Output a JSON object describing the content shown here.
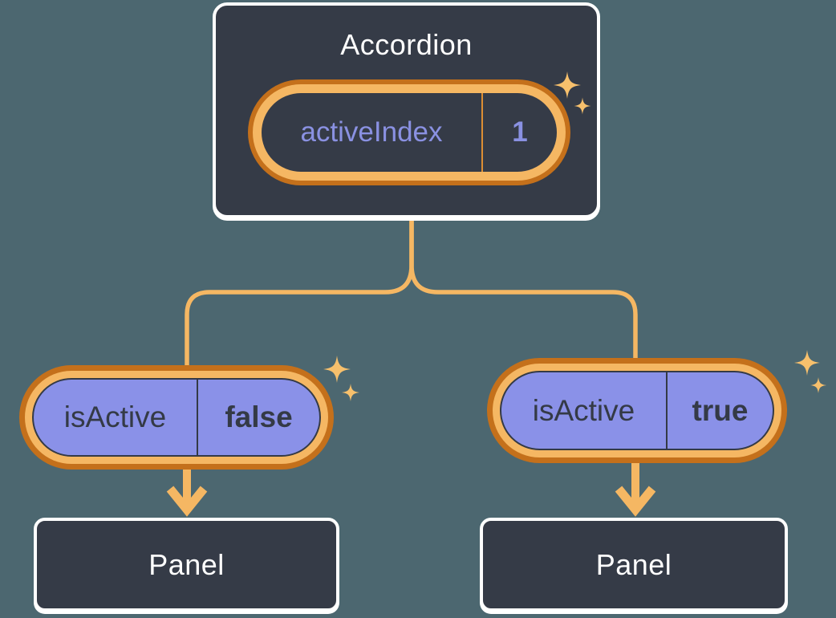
{
  "diagram": {
    "root": {
      "title": "Accordion",
      "state": {
        "name": "activeIndex",
        "value": "1"
      }
    },
    "children": [
      {
        "prop": {
          "name": "isActive",
          "value": "false"
        },
        "panel": {
          "title": "Panel"
        }
      },
      {
        "prop": {
          "name": "isActive",
          "value": "true"
        },
        "panel": {
          "title": "Panel"
        }
      }
    ]
  },
  "icons": {
    "sparkle": "four-point-star",
    "arrow": "down-arrow"
  },
  "colors": {
    "background": "#4C6770",
    "box_fill": "#353B47",
    "box_border": "#FFFFFF",
    "white_text": "#FFFFFF",
    "orange_light": "#F5B763",
    "orange_dark": "#C4701B",
    "purple_fill": "#8A91E8",
    "purple_text": "#8A91E2",
    "dark_text": "#343A46",
    "divider_orange": "#DD8E33",
    "sparkle": "#F7C06C"
  }
}
